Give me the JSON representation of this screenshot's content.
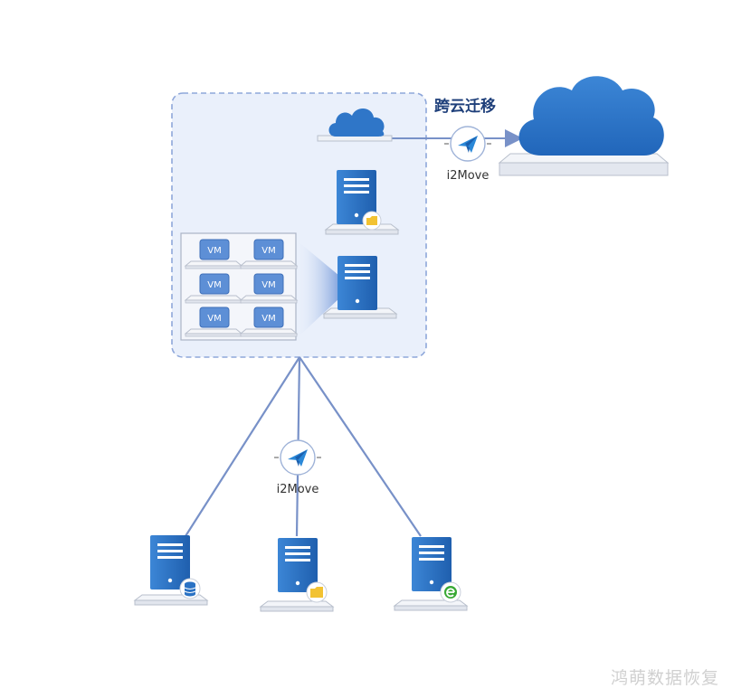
{
  "migration_label": "跨云迁移",
  "tool_label_top": "i2Move",
  "tool_label_bottom": "i2Move",
  "vm_label": "VM",
  "watermark": "鸿萌数据恢复",
  "colors": {
    "server_blue": "#2a72c4",
    "cloud_blue": "#2f76c8",
    "line_blue": "#7891c8",
    "zone_fill": "#eaf0fb",
    "zone_border": "#8ea7da"
  },
  "icons": {
    "vm_server_badge": "folder-icon",
    "left_bottom_badge": "database-icon",
    "middle_bottom_badge": "folder-icon",
    "right_bottom_badge": "browser-e-icon",
    "migration_tool": "paper-plane-icon"
  }
}
